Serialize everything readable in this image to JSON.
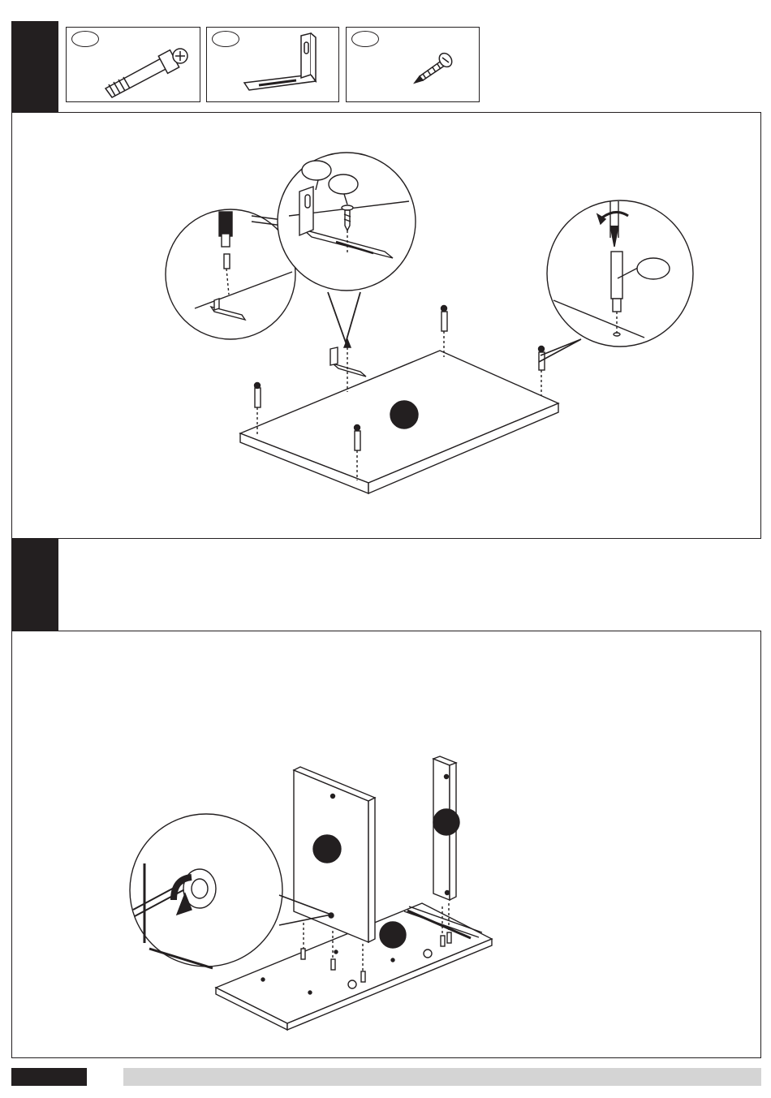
{
  "colors": {
    "ink": "#231f20",
    "footer_gray": "#d4d4d4",
    "paper": "#ffffff"
  },
  "hardware_parts": [
    {
      "id": "cam-bolt",
      "icon": "cam-bolt-icon"
    },
    {
      "id": "l-bracket",
      "icon": "l-bracket-icon"
    },
    {
      "id": "wood-screw",
      "icon": "wood-screw-icon"
    }
  ],
  "steps": [
    {
      "id": "step-1",
      "panel": "attach-dowels-bracket"
    },
    {
      "id": "step-2",
      "panel": "assemble-side-panels"
    }
  ]
}
